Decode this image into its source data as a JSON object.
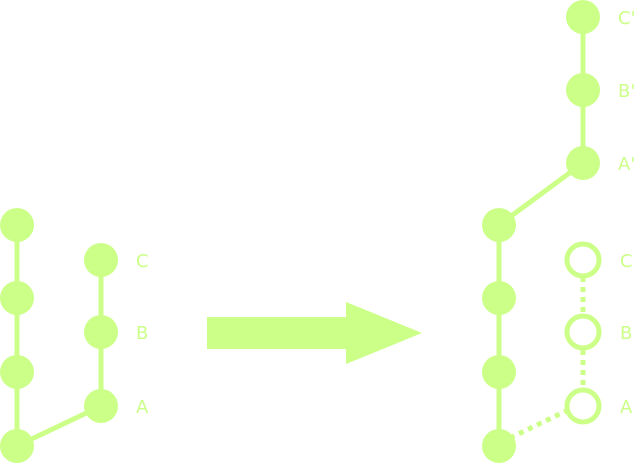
{
  "colors": {
    "accent": "#ccff88",
    "background": "#ffffff"
  },
  "before": {
    "branch_labels": [
      "A",
      "B",
      "C"
    ]
  },
  "after": {
    "rebased_labels": [
      "A'",
      "B'",
      "C'"
    ],
    "original_labels": [
      "A",
      "B",
      "C"
    ]
  },
  "arrow": {
    "direction": "right"
  }
}
